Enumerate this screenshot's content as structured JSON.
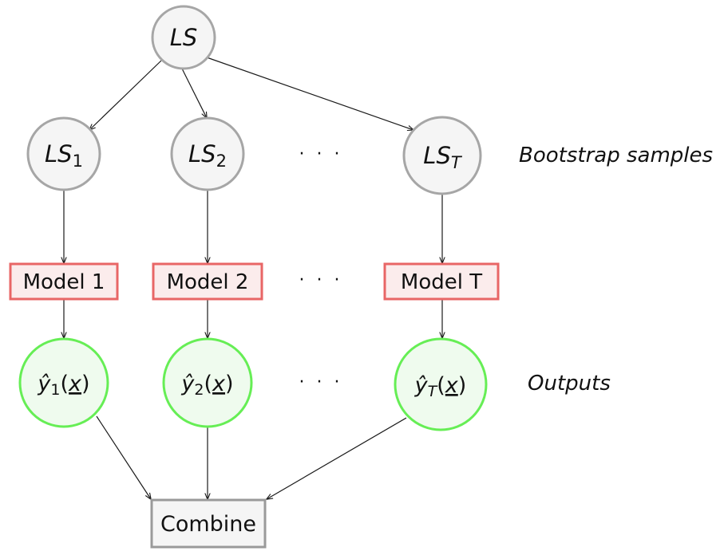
{
  "root": {
    "base": "LS",
    "sub": ""
  },
  "samples": [
    {
      "base": "LS",
      "sub": "1"
    },
    {
      "base": "LS",
      "sub": "2"
    },
    {
      "base": "LS",
      "sub": "T"
    }
  ],
  "models": [
    {
      "label": "Model 1"
    },
    {
      "label": "Model 2"
    },
    {
      "label": "Model T"
    }
  ],
  "outputs": [
    {
      "hat": "ŷ",
      "sub": "1",
      "arg": "x"
    },
    {
      "hat": "ŷ",
      "sub": "2",
      "arg": "x"
    },
    {
      "hat": "ŷ",
      "sub": "T",
      "arg": "x"
    }
  ],
  "ellipsis": "· · ·",
  "row_labels": {
    "samples": "Bootstrap samples",
    "outputs": "Outputs"
  },
  "combine": {
    "label": "Combine"
  },
  "colors": {
    "node_stroke": "#a6a6a6",
    "node_fill": "#f5f5f5",
    "output_stroke": "#66ee55",
    "output_fill": "#effbee",
    "model_stroke": "#e86666",
    "model_fill": "#fbecec",
    "edge": "#1a1a1a"
  }
}
